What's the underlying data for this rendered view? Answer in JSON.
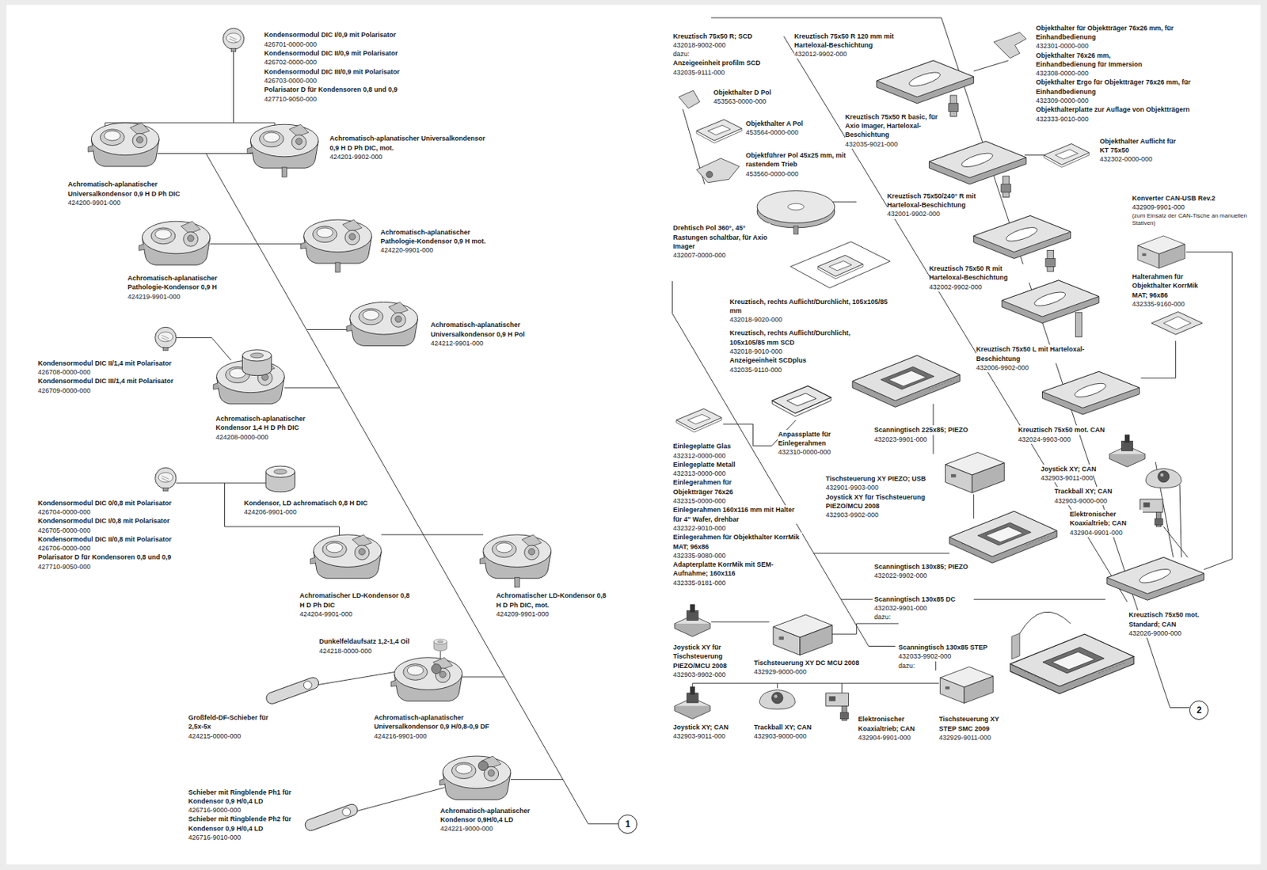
{
  "diagram": {
    "nodes": [
      {
        "text": [
          "1"
        ]
      },
      {
        "text": [
          "2"
        ]
      }
    ],
    "labels": [
      "Kondensormodul DIC I/0,9 mit Polarisator",
      "426701-0000-000",
      "Kondensormodul DIC II/0,9 mit Polarisator",
      "426702-0000-000",
      "Kondensormodul DIC III/0,9 mit Polarisator",
      "426703-0000-000",
      "Polarisator D für Kondensoren 0,8 und 0,9",
      "427710-9050-000",
      "Achromatisch-aplanatischer Universalkondensor 0,9 H D Ph DIC, mot.",
      "424201-9902-000",
      "Achromatisch-aplanatischer Universalkondensor 0,9 H D Ph DIC",
      "424200-9901-000",
      "Achromatisch-aplanatischer Pathologie-Kondensor 0,9 H mot.",
      "424220-9901-000",
      "Achromatisch-aplanatischer Pathologie-Kondensor 0,9 H",
      "424219-9901-000",
      "Achromatisch-aplanatischer Universalkondensor 0,9 H Pol",
      "424212-9901-000",
      "Kondensormodul DIC II/1,4 mit Polarisator",
      "426708-0000-000",
      "Kondensormodul DIC III/1,4 mit Polarisator",
      "426709-0000-000",
      "Achromatisch-aplanatischer Kondensor 1,4 H D Ph DIC",
      "424208-0000-000",
      "Kondensormodul DIC 0/0,8 mit Polarisator",
      "426704-0000-000",
      "Kondensormodul DIC I/0,8 mit Polarisator",
      "426705-0000-000",
      "Kondensormodul DIC II/0,8 mit Polarisator",
      "426706-0000-000",
      "Polarisator D für Kondensoren 0,8 und 0,9",
      "427710-9050-000",
      "Kondensor, LD achromatisch 0,8 H DIC",
      "424206-9901-000",
      "Achromatischer LD-Kondensor 0,8 H D Ph DIC",
      "424204-9901-000",
      "Achromatischer LD-Kondensor 0,8 H D Ph DIC, mot.",
      "424209-9901-000",
      "Dunkelfeldaufsatz 1,2-1,4 Oil",
      "424218-0000-000",
      "Großfeld-DF-Schieber für 2,5x-5x",
      "424215-0000-000",
      "Achromatisch-aplanatischer Universalkondensor 0,9 H/0,8-0,9 DF",
      "424216-9901-000",
      "Schieber mit Ringblende Ph1 für Kondensor 0,9 H/0,4 LD",
      "426716-9000-000",
      "Schieber mit Ringblende Ph2 für Kondensor 0,9 H/0,4 LD",
      "426716-9010-000",
      "Achromatisch-aplanatischer Kondensor 0,9H/0,4 LD",
      "424221-9000-000",
      "Kreuztisch 75x50 R; SCD",
      "432018-9002-000",
      "dazu:",
      "Anzeigeeinheit profilm SCD",
      "432035-9111-000",
      "Kreuztisch 75x50 R 120 mm mit Harteloxal-Beschichtung",
      "432012-9902-000",
      "Objekthalter für Objektträger 76x26 mm, für Einhandbedienung",
      "432301-0000-000",
      "Objekthalter 76x26 mm, Einhandbedienung für Immersion",
      "432308-0000-000",
      "Objekthalter Ergo für Objektträger 76x26 mm, für Einhandbedienung",
      "432309-0000-000",
      "Objekthalterplatte zur Auflage von Objektträgern",
      "432333-9010-000",
      "Objekthalter D Pol",
      "453563-0000-000",
      "Objekthalter A Pol",
      "453564-0000-000",
      "Objektführer Pol 45x25 mm, mit rastendem Trieb",
      "453560-0000-000",
      "Kreuztisch 75x50 R basic, für Axio Imager, Harteloxal-Beschichtung",
      "432035-9021-000",
      "Objekthalter Auflicht für KT 75x50",
      "432302-0000-000",
      "Kreuztisch 75x50/240° R mit Harteloxal-Beschichtung",
      "432001-9902-000",
      "Drehtisch Pol 360°, 45° Rastungen schaltbar, für Axio Imager",
      "432007-0000-000",
      "Konverter CAN-USB Rev.2",
      "432909-9901-000",
      "(zum Einsatz der CAN-Tische an manuellen Stativen)",
      "Kreuztisch 75x50 R mit Harteloxal-Beschichtung",
      "432002-9902-000",
      "Halterahmen für Objekthalter KorrMik MAT; 96x86",
      "432335-9160-000",
      "Kreuztisch, rechts Auflicht/Durchlicht, 105x105/85 mm",
      "432018-9020-000",
      "Kreuztisch, rechts Auflicht/Durchlicht, 105x105/85 mm SCD",
      "432018-9010-000",
      "Anzeigeeinheit SCDplus",
      "432035-9110-000",
      "Kreuztisch 75x50 L mit Harteloxal-Beschichtung",
      "432006-9902-000",
      "Scanningtisch 225x85; PIEZO",
      "432023-9901-000",
      "Anpassplatte für Einlegerahmen",
      "432310-0000-000",
      "Kreuztisch 75x50 mot. CAN",
      "432024-9903-000",
      "Einlegeplatte Glas",
      "432312-0000-000",
      "Einlegeplatte Metall",
      "432313-0000-000",
      "Einlegerahmen für Objektträger 76x26",
      "432315-0000-000",
      "Einlegerahmen 160x116 mm mit Halter für 4\" Wafer, drehbar",
      "432322-9010-000",
      "Einlegerahmen für Objekthalter KorrMik MAT; 96x86",
      "432335-9080-000",
      "Adapterplatte KorrMik mit SEM-Aufnahme; 160x116",
      "432335-9181-000",
      "Tischsteuerung XY PIEZO; USB",
      "432901-9903-000",
      "Joystick XY für Tischsteuerung PIEZO/MCU 2008",
      "432903-9902-000",
      "Joystick XY; CAN",
      "432903-9011-000",
      "Trackball XY; CAN",
      "432903-9000-000",
      "Elektronischer Koaxialtrieb; CAN",
      "432904-9901-000",
      "Scanningtisch 130x85; PIEZO",
      "432022-9902-000",
      "Scanningtisch 130x85 DC",
      "432032-9901-000",
      "dazu:",
      "Kreuztisch 75x50 mot. Standard; CAN",
      "432026-9000-000",
      "Joystick XY für Tischsteuerung PIEZO/MCU 2008",
      "432903-9902-000",
      "Tischsteuerung XY DC MCU 2008",
      "432929-9000-000",
      "Scanningtisch 130x85 STEP",
      "432033-9902-000",
      "dazu:",
      "Joystick XY; CAN",
      "432903-9011-000",
      "Trackball XY; CAN",
      "432903-9000-000",
      "Elektronischer Koaxialtrieb; CAN",
      "432904-9901-000",
      "Tischsteuerung XY STEP SMC 2009",
      "432929-9011-000"
    ]
  }
}
